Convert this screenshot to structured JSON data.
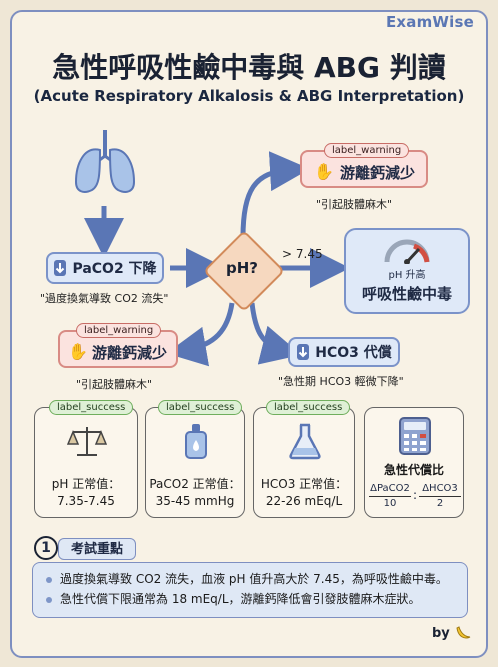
{
  "brand": "ExamWise",
  "title": "急性呼吸性鹼中毒與 ABG 判讀",
  "subtitle": "(Acute Respiratory Alkalosis & ABG Interpretation)",
  "flow": {
    "paco2_box": "PaCO2 下降",
    "paco2_caption": "\"過度換氣導致 CO2 流失\"",
    "ph_node": "pH?",
    "gt_label": "> 7.45",
    "top_warning": {
      "tag": "label_warning",
      "title": "游離鈣減少",
      "caption": "\"引起肢體麻木\""
    },
    "left_warning": {
      "tag": "label_warning",
      "title": "游離鈣減少",
      "caption": "\"引起肢體麻木\""
    },
    "result": {
      "small": "pH 升高",
      "title": "呼吸性鹼中毒"
    },
    "hco3_box": "HCO3 代償",
    "hco3_caption": "\"急性期 HCO3 輕微下降\""
  },
  "stats": [
    {
      "tag": "label_success",
      "line1": "pH 正常值：",
      "line2": "7.35-7.45"
    },
    {
      "tag": "label_success",
      "line1": "PaCO2 正常值：",
      "line2": "35-45 mmHg"
    },
    {
      "tag": "label_success",
      "line1": "HCO3 正常值：",
      "line2": "22-26 mEq/L"
    }
  ],
  "ratio_card": {
    "title": "急性代償比",
    "num1": "ΔPaCO2",
    "den1": "10",
    "colon": ":",
    "num2": "ΔHCO3",
    "den2": "2"
  },
  "key_points": {
    "number": "1",
    "title": "考試重點",
    "items": [
      "過度換氣導致 CO2 流失，血液 pH 值升高大於 7.45，為呼吸性鹼中毒。",
      "急性代償下限通常為 18 mEq/L，游離鈣降低會引發肢體麻木症狀。"
    ]
  },
  "footer_by": "by",
  "icons": [
    "lungs-icon",
    "down-arrow-icon",
    "hand-icon",
    "gauge-icon",
    "scale-icon",
    "dropper-icon",
    "flask-icon",
    "calculator-icon",
    "banana-icon"
  ],
  "colors": {
    "accent_blue": "#7b93c9",
    "warning_pink": "#d88b84",
    "success_green": "#6fae5d",
    "background": "#f8f2e5"
  }
}
